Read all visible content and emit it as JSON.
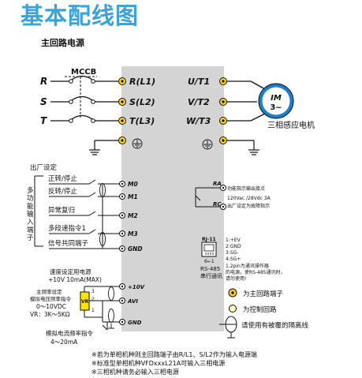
{
  "title": "基本配线图",
  "section_main_power": "主回路电源",
  "mccb": "MCCB",
  "inputs": [
    "R",
    "S",
    "T"
  ],
  "terminals_in": [
    "R(L1)",
    "S(L2)",
    "T(L3)"
  ],
  "terminals_out": [
    "U/T1",
    "V/T2",
    "W/T3"
  ],
  "motor": {
    "line1": "IM",
    "line2": "3~",
    "label": "三相感应电机"
  },
  "factory_setting": "出厂设定",
  "multi_function_input": "多功能输入端子",
  "inputs_ctrl": [
    {
      "label": "正转/停止",
      "terminal": "M0"
    },
    {
      "label": "反转/停止",
      "terminal": "M1"
    },
    {
      "label": "异常复归",
      "terminal": "M2"
    },
    {
      "label": "多段速指令1",
      "terminal": "M3"
    },
    {
      "label": "信号共同端子",
      "terminal": "GND"
    }
  ],
  "relay": {
    "ra": "RA",
    "rc": "RC",
    "line1": "功能指示输出接点",
    "line2": "120Vac /28Vdc 3A",
    "line3": "出厂设定为故障指示"
  },
  "rs485": {
    "head": "RJ-11",
    "pin_label": "6←1",
    "name1": "RS-485",
    "name2": "串行通讯",
    "pins": [
      "1:+EV",
      "2:GND",
      "3:SG-",
      "4:SG+"
    ],
    "note1": "1,2pin为通讯操作器",
    "note2": "的电源，使RS-485通讯时，",
    "note3": "请勿使用!"
  },
  "speed": {
    "power_title": "速度设定用电源",
    "power_value": "+10V 10mA(MAX)",
    "main_title": "主频率设定",
    "analog_cmd": "模拟电压频率指令",
    "range": "0～10VDC",
    "vr": "VR",
    "vr_value": "VR：3K～5KΩ",
    "pot_pins": [
      "3",
      "2",
      "1"
    ],
    "current_cmd": "模拟电流频率指令",
    "current_range": "4～20mA",
    "terminals": [
      "+10V",
      "AVI",
      "GND"
    ]
  },
  "legend": {
    "main_circuit": "为主回路端子",
    "control_circuit": "为控制回路",
    "shield": "请使用有被覆的隔离线"
  },
  "notes": [
    "※若为单相机种则主回路端子由R/L1、S/L2作为输入电源端",
    "※标准型单相机种VFDxxxL21A可输入三相电源",
    "※三相机种请务必输入三相电源"
  ],
  "colors": {
    "title": "#3aa3dc",
    "terminal": "#ffd21f",
    "drive": "#d4d4d4",
    "motor": "#1a7fd0",
    "vr": "#ffe400"
  }
}
